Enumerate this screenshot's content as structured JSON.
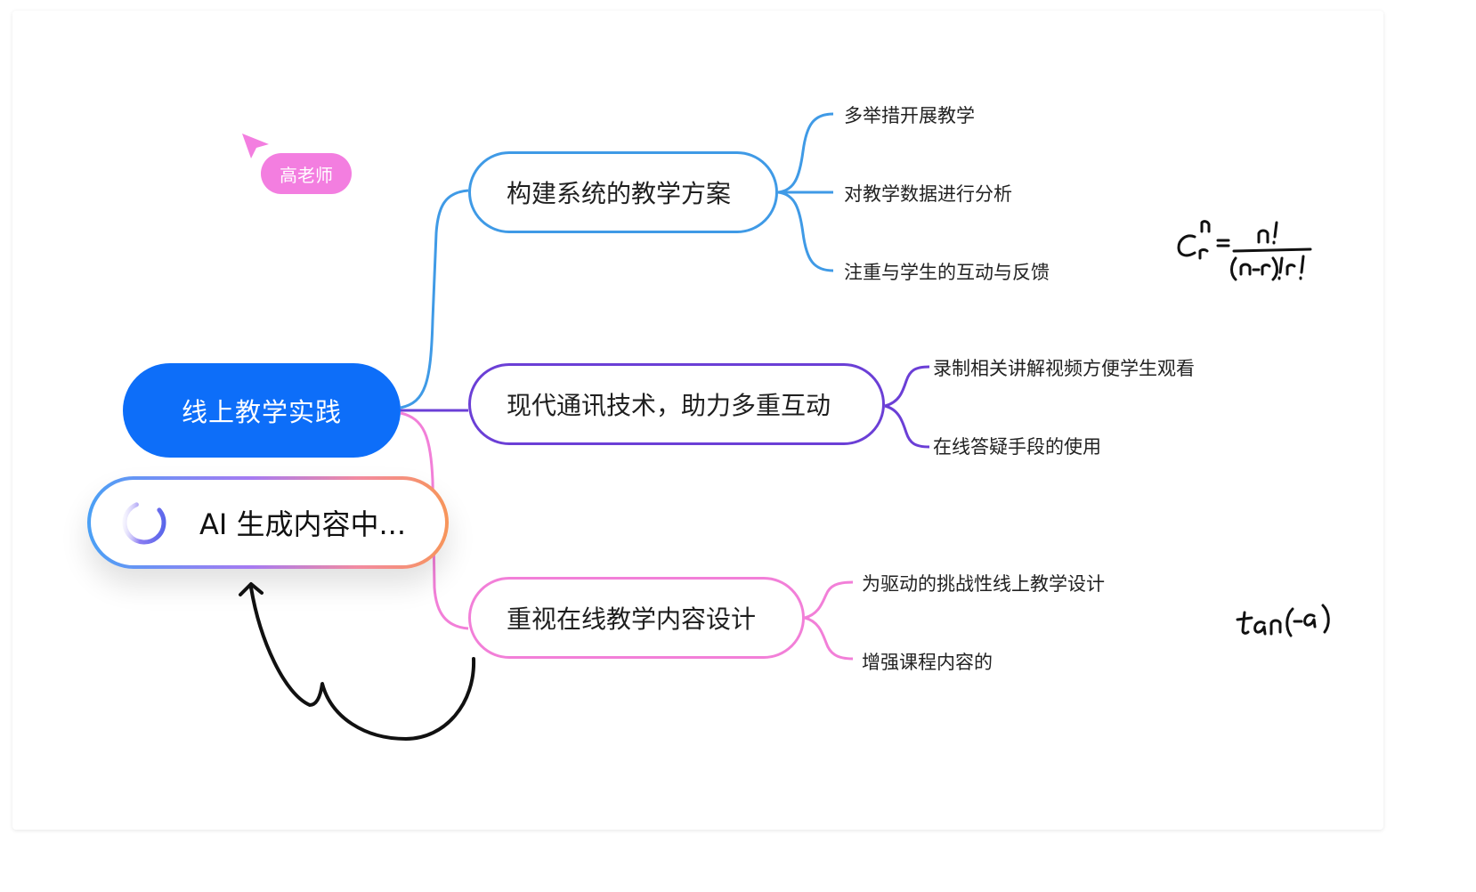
{
  "mindmap": {
    "root": {
      "label": "线上教学实践"
    },
    "branches": [
      {
        "label": "构建系统的教学方案",
        "color": "#3f9ae6",
        "leaves": [
          "多举措开展教学",
          "对教学数据进行分析",
          "注重与学生的互动与反馈"
        ]
      },
      {
        "label": "现代通讯技术，助力多重互动",
        "color": "#6b3fd6",
        "leaves": [
          "录制相关讲解视频方便学生观看",
          "在线答疑手段的使用"
        ]
      },
      {
        "label": "重视在线教学内容设计",
        "color": "#f27fd8",
        "leaves": [
          "为驱动的挑战性线上教学设计",
          "增强课程内容的"
        ]
      }
    ]
  },
  "collaborator": {
    "name": "高老师",
    "color": "#f37ee0"
  },
  "ai_status": {
    "text": "AI 生成内容中..."
  },
  "annotations": {
    "formula_1": "C_r^n = n!/((n-r)!r!)",
    "formula_2": "tan(-a)"
  },
  "colors": {
    "root": "#0d6ef9",
    "branch_1": "#3f9ae6",
    "branch_2": "#6b3fd6",
    "branch_3": "#f27fd8"
  }
}
